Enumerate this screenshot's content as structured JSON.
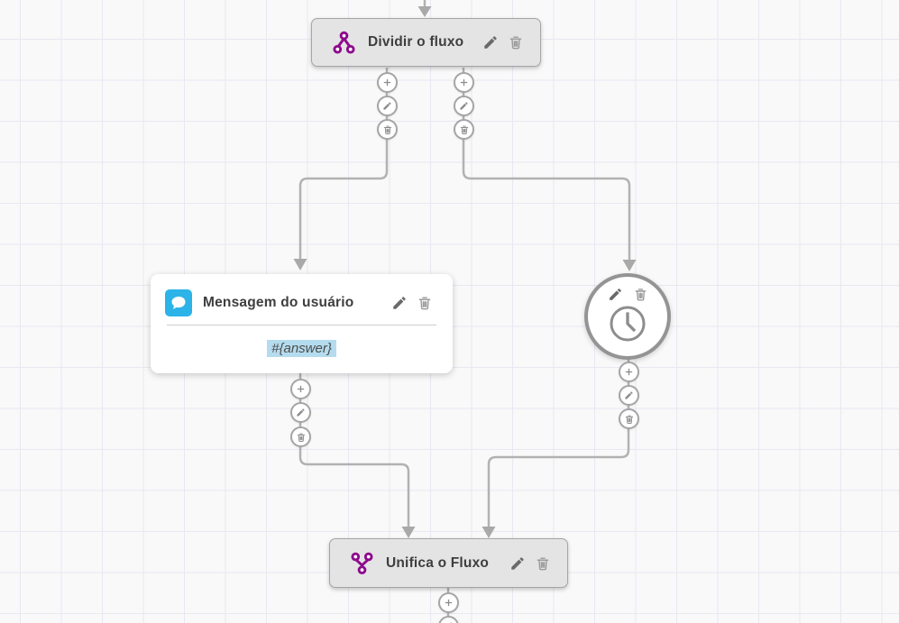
{
  "canvas": {
    "background_color": "#f9f9fa",
    "grid_line_color": "#e7e8f1"
  },
  "colors": {
    "flow_icon_purple": "#8d0a8d",
    "message_icon_blue": "#2cb3e8",
    "variable_highlight_blue": "#b5dcee",
    "connector_gray": "#b2b2b2",
    "node_fill_gray": "#e4e4e4",
    "title_text": "#3e3e3e"
  },
  "icons": {
    "split_flow": "branch-three-dots",
    "merge_flow": "merge-three-dots",
    "user_message": "chat-bubble",
    "timer": "clock",
    "edit": "pencil",
    "delete": "trash",
    "add": "plus"
  },
  "nodes": {
    "split": {
      "title": "Dividir o fluxo"
    },
    "user_message": {
      "title": "Mensagem do usuário",
      "content": "#{answer}"
    },
    "timer": {
      "type": "clock-wait-node"
    },
    "merge": {
      "title": "Unifica o Fluxo"
    }
  }
}
